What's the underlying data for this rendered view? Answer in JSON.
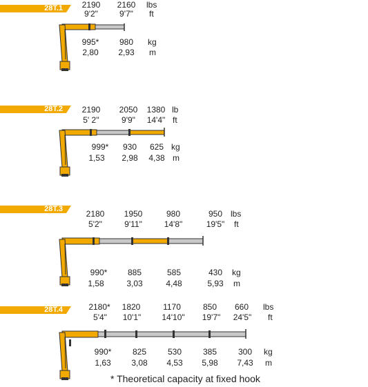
{
  "sections": [
    {
      "model": "28T.1",
      "top_capacity_lbs": [
        "2190",
        "2160"
      ],
      "top_reach_ft": [
        "9'2\"",
        "9'7\""
      ],
      "top_units": [
        "lbs",
        "ft"
      ],
      "bottom_capacity_kg": [
        "995*",
        "980"
      ],
      "bottom_reach_m": [
        "2,80",
        "2,93"
      ],
      "bottom_units": [
        "kg",
        "m"
      ]
    },
    {
      "model": "28T.2",
      "top_capacity_lbs": [
        "2190",
        "2050",
        "1380"
      ],
      "top_reach_ft": [
        "5' 2''",
        "9'9\"",
        "14'4\""
      ],
      "top_units": [
        "lb",
        "ft"
      ],
      "bottom_capacity_kg": [
        "999*",
        "930",
        "625"
      ],
      "bottom_reach_m": [
        "1,53",
        "2,98",
        "4,38"
      ],
      "bottom_units": [
        "kg",
        "m"
      ]
    },
    {
      "model": "28T.3",
      "top_capacity_lbs": [
        "2180",
        "1950",
        "980",
        "950"
      ],
      "top_reach_ft": [
        "5'2\"",
        "9'11\"",
        "14'8\"",
        "19'5\""
      ],
      "top_units": [
        "lbs",
        "ft"
      ],
      "bottom_capacity_kg": [
        "990*",
        "885",
        "585",
        "430"
      ],
      "bottom_reach_m": [
        "1,58",
        "3,03",
        "4,48",
        "5,93"
      ],
      "bottom_units": [
        "kg",
        "m"
      ]
    },
    {
      "model": "28T.4",
      "top_capacity_lbs": [
        "2180*",
        "1820",
        "1170",
        "850",
        "660"
      ],
      "top_reach_ft": [
        "5'4\"",
        "10'1\"",
        "14'10\"",
        "19'7\"",
        "24'5\""
      ],
      "top_units": [
        "lbs",
        "ft"
      ],
      "bottom_capacity_kg": [
        "990*",
        "825",
        "530",
        "385",
        "300"
      ],
      "bottom_reach_m": [
        "1,63",
        "3,08",
        "4,53",
        "5,98",
        "7,43"
      ],
      "bottom_units": [
        "kg",
        "m"
      ]
    }
  ],
  "footnote": "* Theoretical capacity at fixed hook",
  "colors": {
    "accent": "#f2a900",
    "boom_gray": "#c8c8c8",
    "outline": "#333333"
  }
}
